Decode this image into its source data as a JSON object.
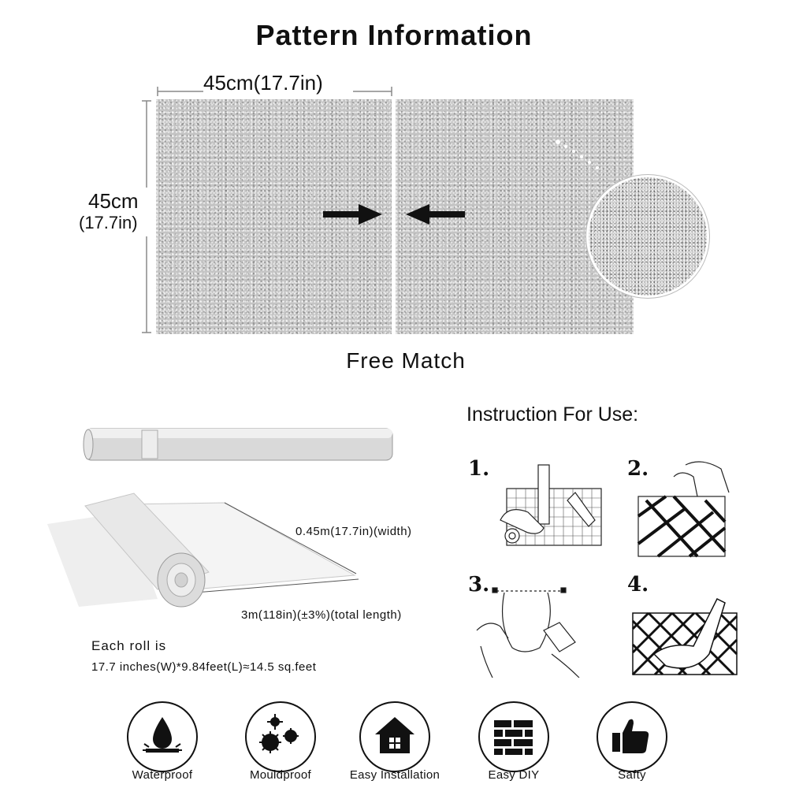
{
  "title": "Pattern Information",
  "dimensions": {
    "width_label": "45cm(17.7in)",
    "height_label_cm": "45cm",
    "height_label_in": "(17.7in)"
  },
  "pattern_match": "Free Match",
  "roll": {
    "width_label": "0.45m(17.7in)(width)",
    "length_label": "3m(118in)(±3%)(total length)",
    "each_roll_title": "Each roll is",
    "each_roll_detail": "17.7 inches(W)*9.84feet(L)≈14.5 sq.feet"
  },
  "instructions": {
    "title": "Instruction For Use:",
    "steps": [
      {
        "number": "1."
      },
      {
        "number": "2."
      },
      {
        "number": "3."
      },
      {
        "number": "4."
      }
    ]
  },
  "features": [
    {
      "label": "Waterproof",
      "icon": "water-drop-icon"
    },
    {
      "label": "Mouldproof",
      "icon": "mould-spores-icon"
    },
    {
      "label": "Easy Installation",
      "icon": "house-icon"
    },
    {
      "label": "Easy DIY",
      "icon": "brick-wall-icon"
    },
    {
      "label": "Safty",
      "icon": "thumbs-up-icon"
    }
  ]
}
